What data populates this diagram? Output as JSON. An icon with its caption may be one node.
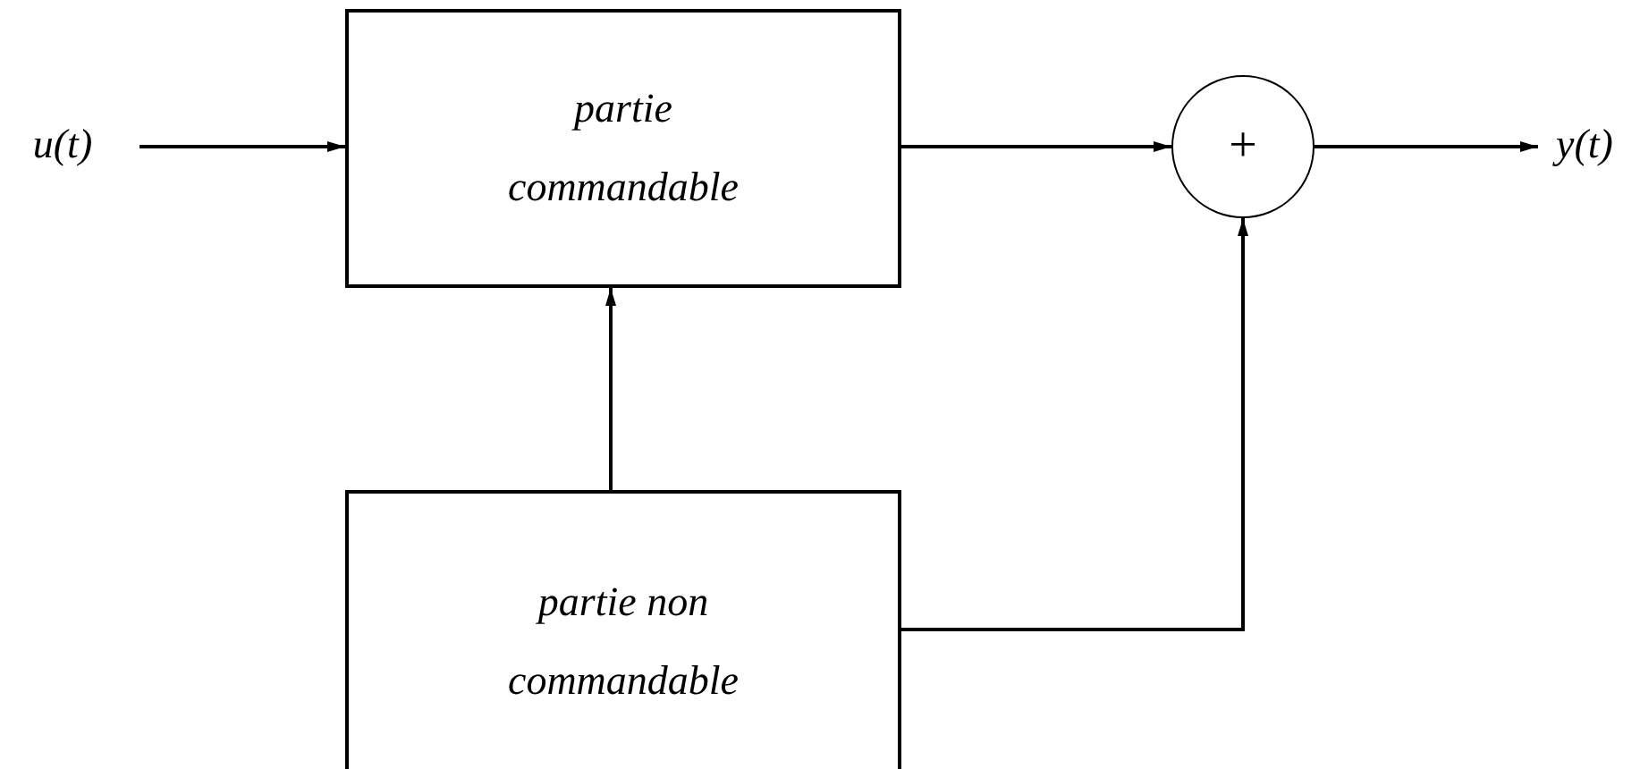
{
  "diagram": {
    "nodes": [
      {
        "text": [
          "u(t)"
        ]
      },
      {
        "text": [
          "partie commandable"
        ]
      },
      {
        "text": [
          "+"
        ]
      },
      {
        "text": [
          "y(t)"
        ]
      },
      {
        "text": [
          "partie non commandable"
        ]
      }
    ],
    "edges": [
      {
        "from": 0,
        "to": 1,
        "arrow": "to"
      },
      {
        "from": 1,
        "to": 2,
        "arrow": "to"
      },
      {
        "from": 2,
        "to": 3,
        "arrow": "to"
      },
      {
        "from": 4,
        "to": 1,
        "arrow": "to"
      },
      {
        "from": 4,
        "to": 2,
        "arrow": "to"
      }
    ]
  }
}
